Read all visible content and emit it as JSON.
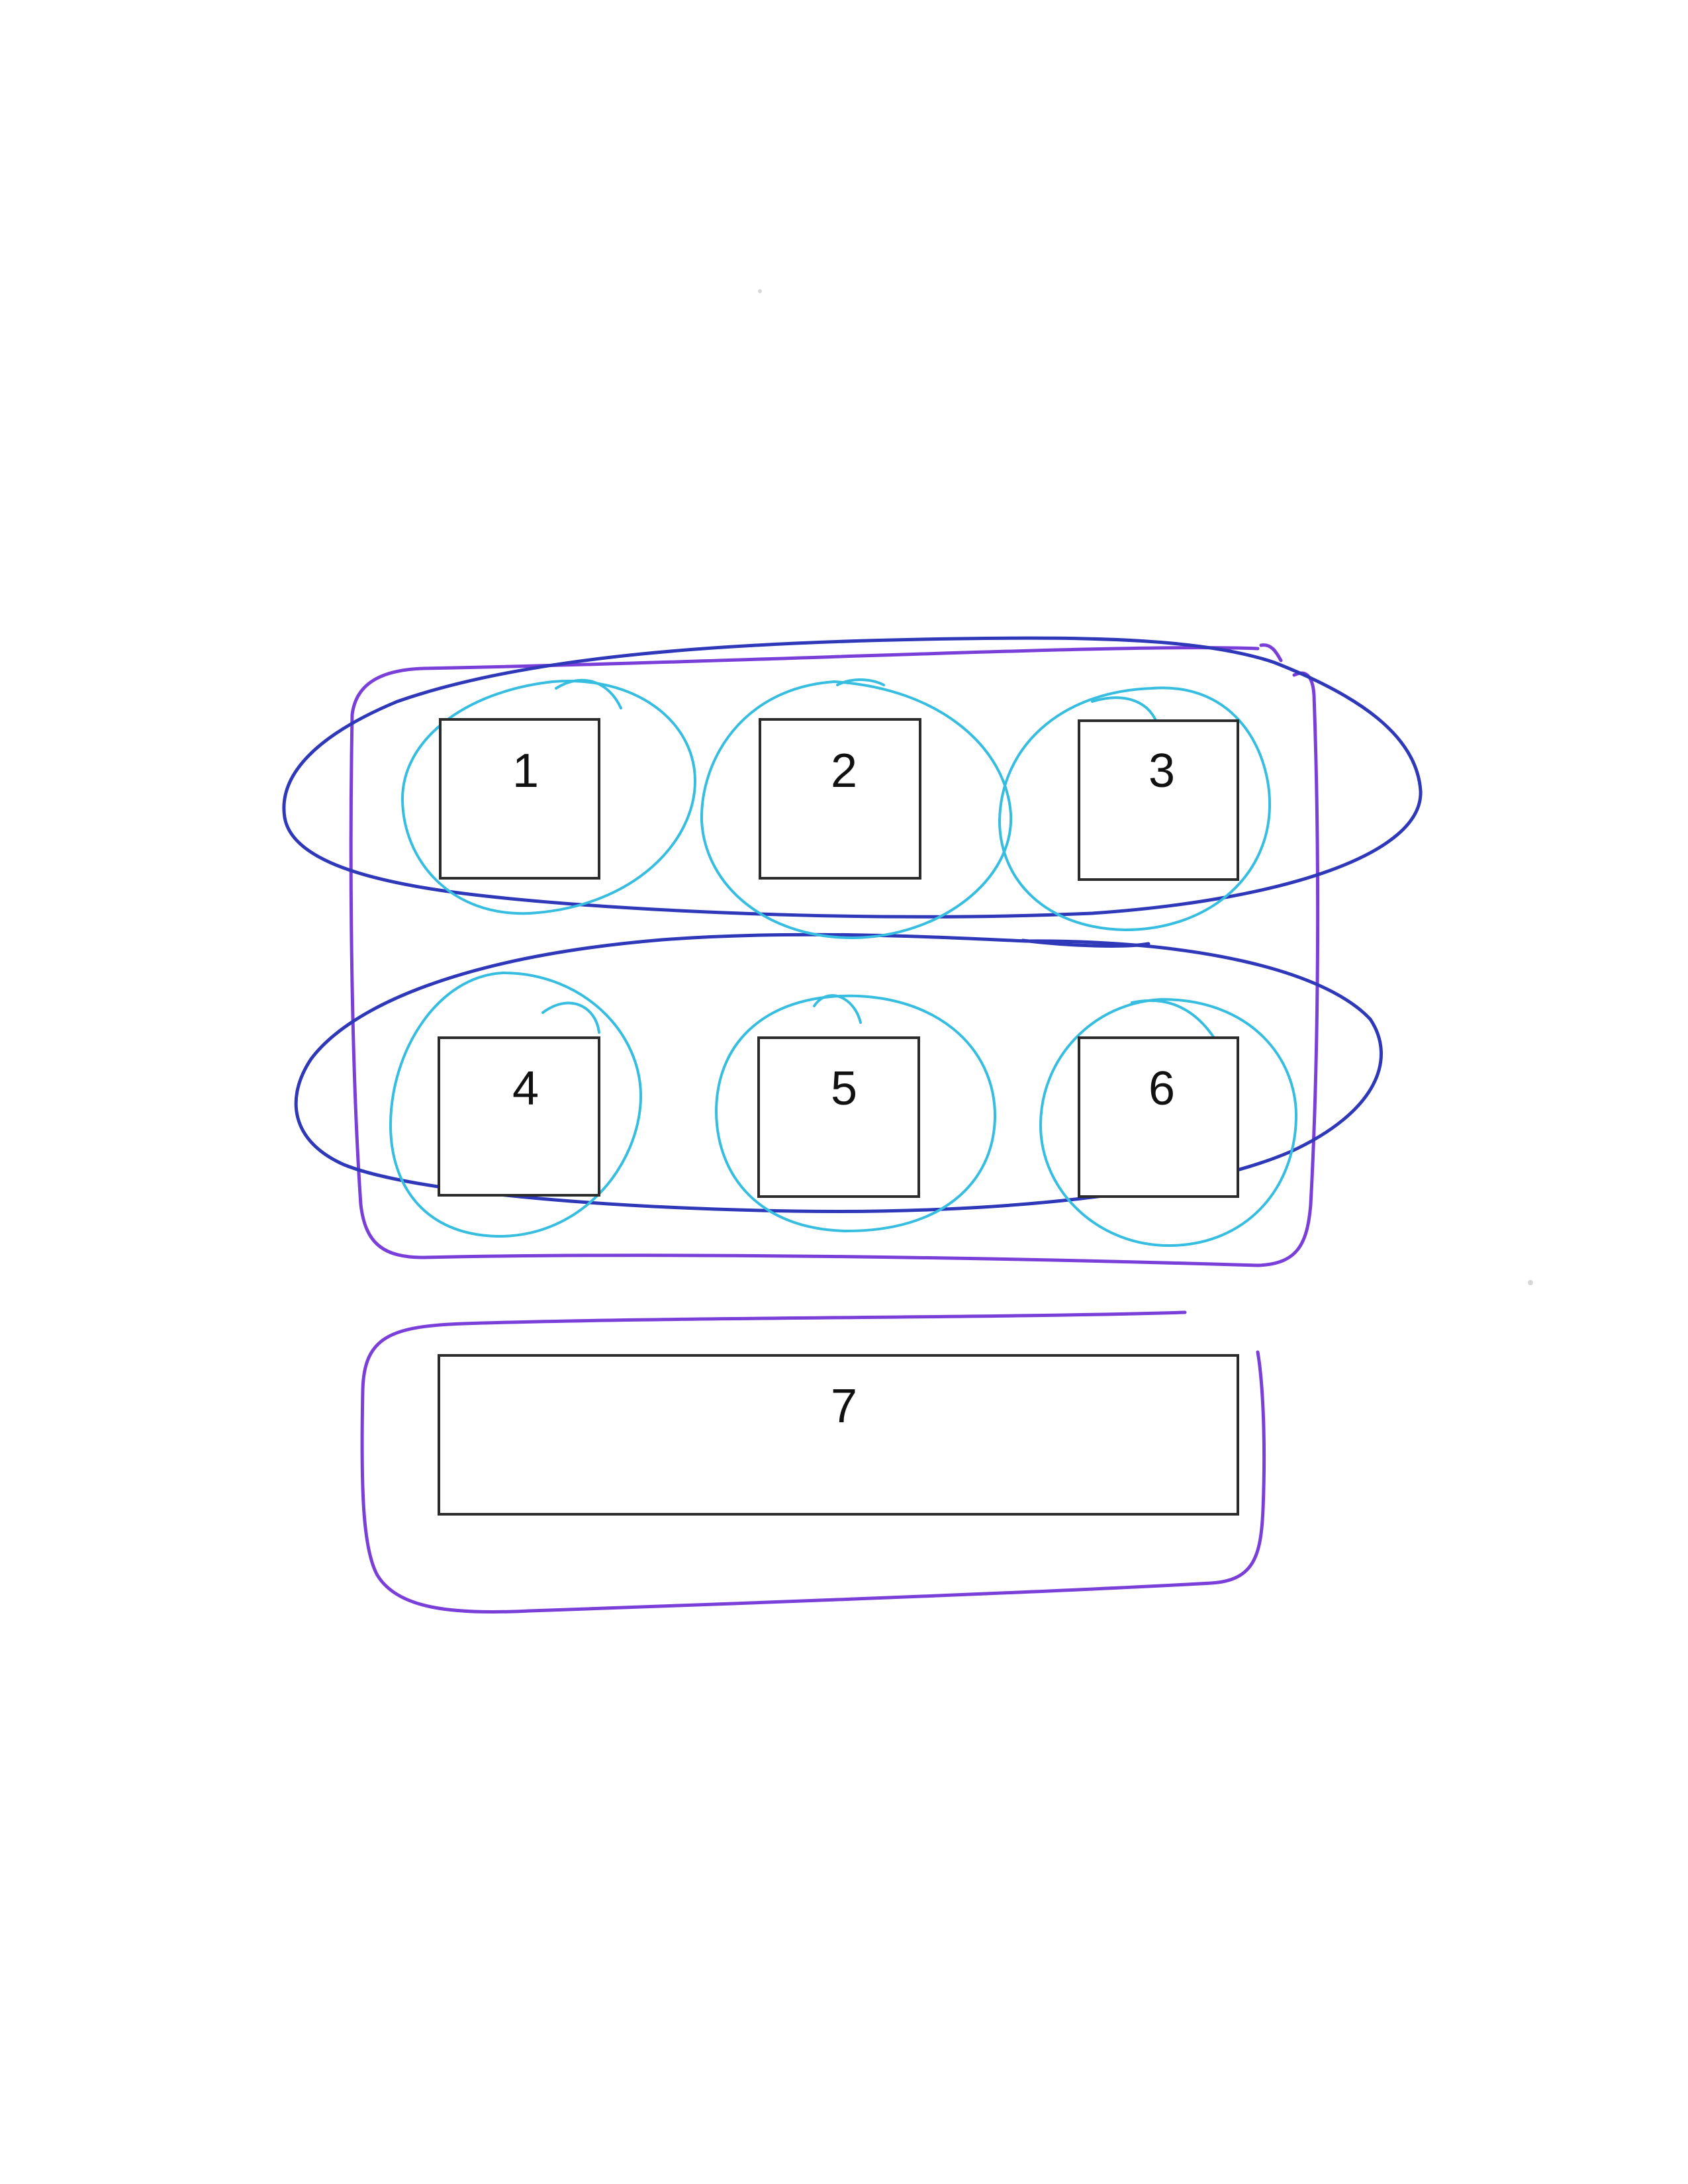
{
  "colors": {
    "box_outline": "#2b2b2b",
    "item_circle": "#36bde0",
    "row_ellipse": "#2e38b8",
    "group_outline": "#7b3fd9",
    "background": "#ffffff"
  },
  "boxes": [
    {
      "id": "box-1",
      "label": "1"
    },
    {
      "id": "box-2",
      "label": "2"
    },
    {
      "id": "box-3",
      "label": "3"
    },
    {
      "id": "box-4",
      "label": "4"
    },
    {
      "id": "box-5",
      "label": "5"
    },
    {
      "id": "box-6",
      "label": "6"
    },
    {
      "id": "box-7",
      "label": "7"
    }
  ]
}
